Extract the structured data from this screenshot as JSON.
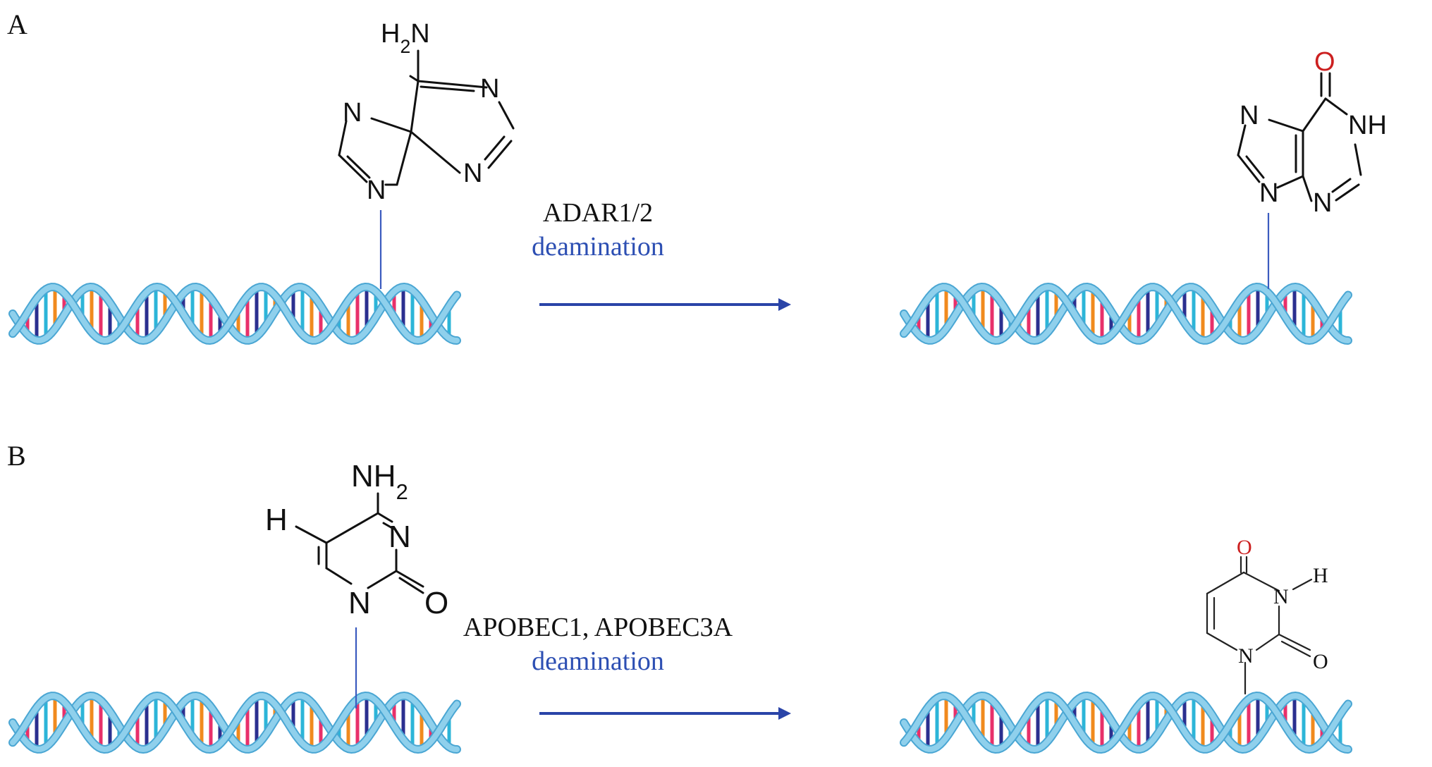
{
  "panels": {
    "a": {
      "label": "A",
      "enzyme": "ADAR1/2",
      "process": "deamination",
      "substrate": {
        "name": "adenine",
        "amino": "H2N",
        "ring_n1": "N",
        "ring_n3": "N",
        "ring_n7": "N",
        "ring_n9": "N"
      },
      "product": {
        "name": "hypoxanthine",
        "oxygen": "O",
        "nh": "NH",
        "ring_n3": "N",
        "ring_n7": "N",
        "ring_n9": "N"
      }
    },
    "b": {
      "label": "B",
      "enzyme": "APOBEC1, APOBEC3A",
      "process": "deamination",
      "substrate": {
        "name": "cytosine",
        "amino": "NH2",
        "h": "H",
        "ring_n3": "N",
        "ring_n1": "N",
        "oxygen": "O"
      },
      "product": {
        "name": "uracil",
        "oxygen_top": "O",
        "h": "H",
        "ring_n3": "N",
        "ring_n1": "N",
        "oxygen_right": "O"
      }
    }
  },
  "colors": {
    "helix_strand": "#8fd0ec",
    "helix_edge": "#4aa6d3",
    "base_orange": "#f08a1e",
    "base_pink": "#e8306a",
    "base_navy": "#2b2f8f",
    "base_cyan": "#2cb5d8",
    "process_text": "#2d4fb3",
    "arrow": "#2a44a8",
    "oxygen_product": "#cc2020"
  },
  "icons": [
    "dna-double-helix-icon",
    "reaction-arrow-icon"
  ]
}
